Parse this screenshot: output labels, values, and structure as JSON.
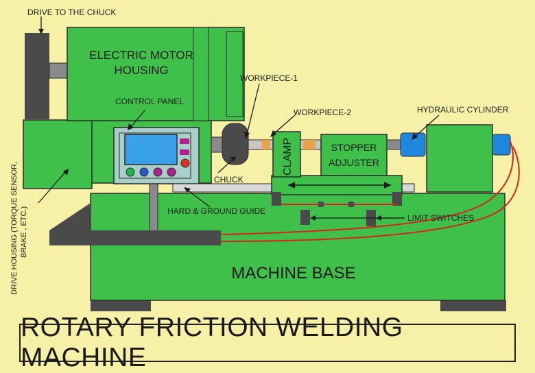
{
  "title": "ROTARY FRICTION WELDING MACHINE",
  "labels": {
    "drive_to_chuck": "DRIVE TO THE CHUCK",
    "motor_line1": "ELECTRIC MOTOR",
    "motor_line2": "HOUSING",
    "control_panel": "CONTROL PANEL",
    "workpiece1": "WORKPIECE-1",
    "workpiece2": "WORKPIECE-2",
    "hydraulic_cylinder": "HYDRAULIC CYLINDER",
    "clamp": "CLAMP",
    "stopper_line1": "STOPPER",
    "stopper_line2": "ADJUSTER",
    "chuck": "CHUCK",
    "guide": "HARD & GROUND GUIDE",
    "limit_switches": "LIMIT SWITCHES",
    "machine_base": "MACHINE BASE",
    "drive_housing_line1": "DRIVE HOUSING (TORQUE SENSOR,",
    "drive_housing_line2": "BRAKE , ETC.)"
  },
  "colors": {
    "background": "#f7f1a7",
    "machine_green": "#3fc04a",
    "outline": "#2a2a2a",
    "dark_gray": "#4a4a4a",
    "screen_blue": "#3aa0e8",
    "cylinder_blue": "#1f86dd",
    "wire_red": "#d8221e",
    "workpiece_orange": "#e8a34a",
    "button_colors": [
      "#27b24a",
      "#2a56c8",
      "#b0208f",
      "#b0208f",
      "#e0301f"
    ]
  }
}
